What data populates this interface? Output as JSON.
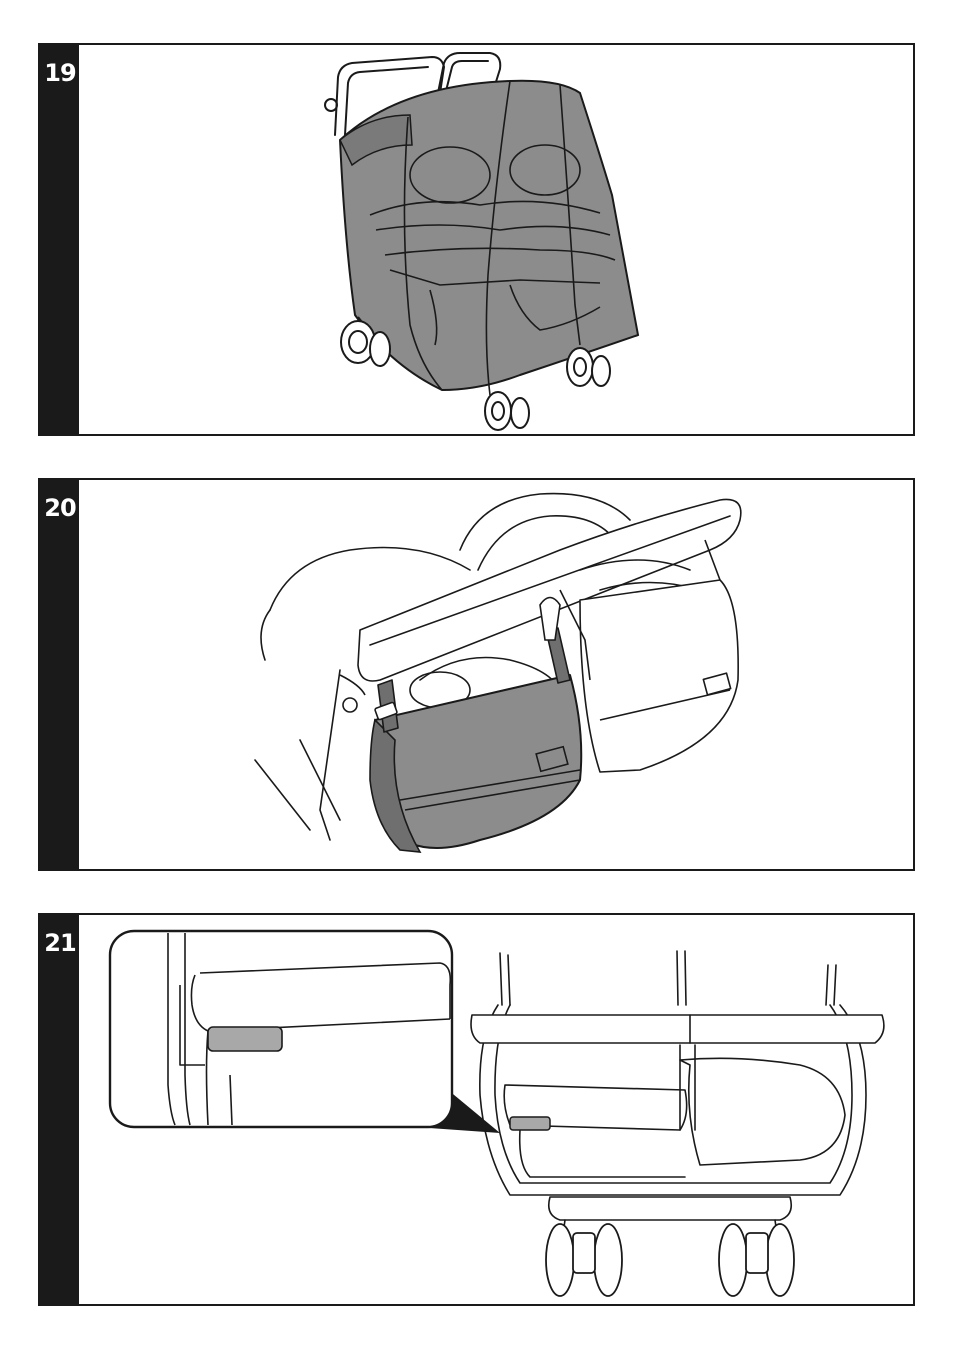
{
  "steps": [
    {
      "number": "19"
    },
    {
      "number": "20"
    },
    {
      "number": "21"
    }
  ],
  "colors": {
    "ink": "#1a1a1a",
    "shade": "#8c8c8c",
    "shade_dark": "#6f6f6f",
    "label_fill": "#a8a8a8",
    "paper": "#ffffff"
  }
}
